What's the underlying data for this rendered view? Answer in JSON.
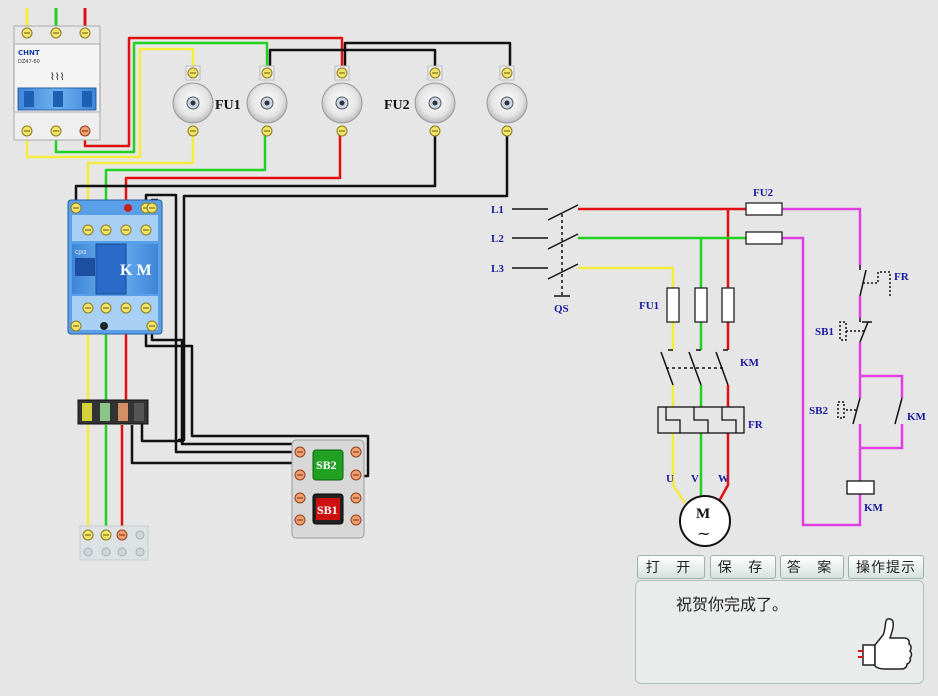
{
  "buttons": {
    "open": "打 开",
    "save": "保 存",
    "answer": "答 案",
    "hint": "操作提示"
  },
  "message": "祝贺你完成了。",
  "breaker": {
    "brand": "CHNT",
    "model": "DZ47-60"
  },
  "labels": {
    "fu1_left": "FU1",
    "fu2_left": "FU2",
    "contactor": "K M",
    "sb2": "SB2",
    "sb1": "SB1",
    "l1": "L1",
    "l2": "L2",
    "l3": "L3",
    "qs": "QS",
    "fu1_right": "FU1",
    "fu2_right": "FU2",
    "km_main": "KM",
    "fr_main": "FR",
    "u": "U",
    "v": "V",
    "w": "W",
    "motor": "M",
    "motor_sym": "~",
    "fr_ctrl": "FR",
    "sb1_ctrl": "SB1",
    "sb2_ctrl": "SB2",
    "km_aux": "KM",
    "km_coil": "KM"
  },
  "colors": {
    "phase_yellow": "#f4ec3c",
    "phase_green": "#22d022",
    "phase_red": "#e01010",
    "control_magenta": "#e040e0",
    "neutral_black": "#111111",
    "label_blue": "#1a1aa0"
  }
}
